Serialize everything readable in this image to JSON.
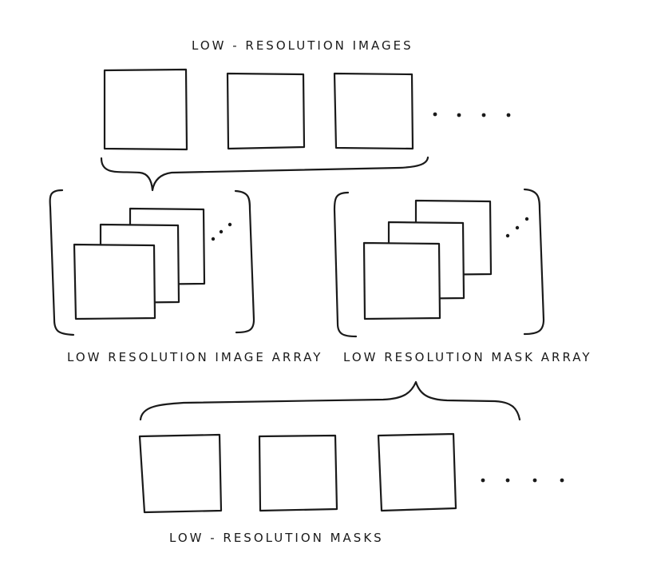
{
  "labels": {
    "top": "LOW - RESOLUTION IMAGES",
    "image_array": "LOW RESOLUTION IMAGE ARRAY",
    "mask_array": "LOW RESOLUTION MASK ARRAY",
    "bottom": "LOW - RESOLUTION MASKS"
  },
  "colors": {
    "ink": "#1a1a1a",
    "background": "#ffffff"
  },
  "ellipsis_glyph": "· · · ·",
  "diagonal_ellipsis_glyph": "· · ·"
}
